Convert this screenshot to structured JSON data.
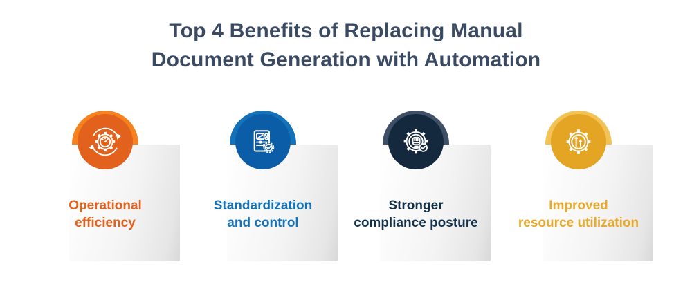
{
  "title": {
    "line1": "Top 4 Benefits of Replacing Manual",
    "line2": "Document Generation with Automation",
    "color": "#3B4A63"
  },
  "cards": [
    {
      "label_lines": [
        "Operational",
        "efficiency"
      ],
      "icon": "gear-gauge-cycle-icon",
      "circle_color": "#E2611C",
      "arch_color": "#F5821F",
      "text_color": "#E2611C"
    },
    {
      "label_lines": [
        "Standardization",
        "and control"
      ],
      "icon": "control-panel-badge-icon",
      "circle_color": "#0B5DA8",
      "arch_color": "#1472B9",
      "text_color": "#1472B9"
    },
    {
      "label_lines": [
        "Stronger",
        "compliance posture"
      ],
      "icon": "gear-fist-check-icon",
      "circle_color": "#14293E",
      "arch_color": "#3F4F66",
      "text_color": "#14324B"
    },
    {
      "label_lines": [
        "Improved",
        "resource utilization"
      ],
      "icon": "gear-growth-arrows-icon",
      "circle_color": "#E5A524",
      "arch_color": "#F3C254",
      "text_color": "#E9A92A"
    }
  ]
}
